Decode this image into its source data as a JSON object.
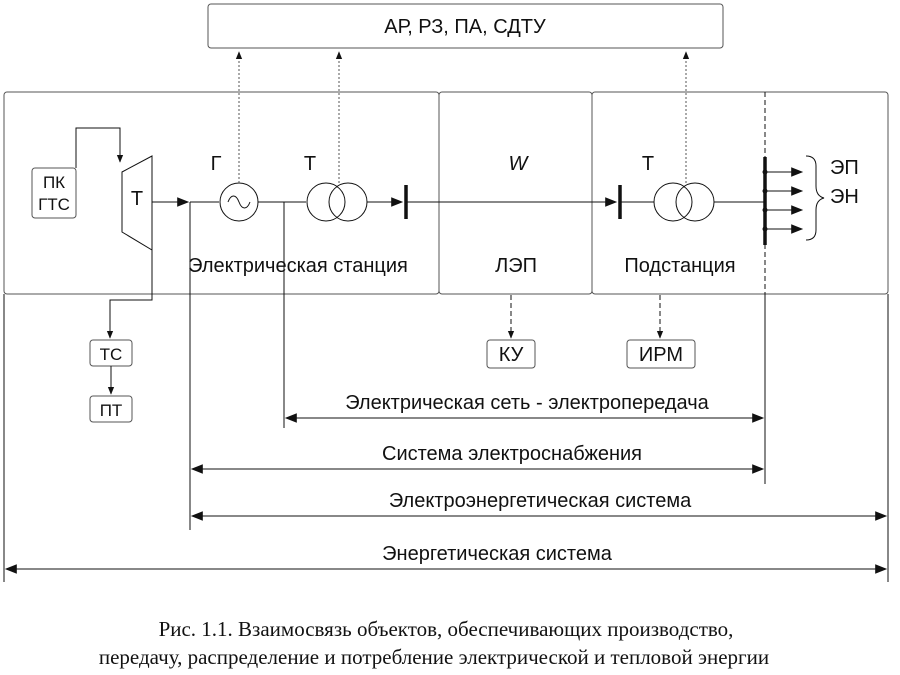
{
  "top_box": {
    "label": "АР,  РЗ,  ПА,  СДТУ"
  },
  "sections": {
    "station": "Электрическая станция",
    "line": "ЛЭП",
    "substation": "Подстанция"
  },
  "components": {
    "pk_gts": [
      "ПК",
      "ГТС"
    ],
    "turbine": "Т",
    "generator": "Г",
    "transformer_station": "Т",
    "line_symbol": "W",
    "transformer_substation": "Т",
    "ep": "ЭП",
    "en": "ЭН",
    "ts": "ТС",
    "pt": "ПТ",
    "ku": "КУ",
    "irm": "ИРМ"
  },
  "spans": {
    "network": "Электрическая сеть - электропередача",
    "supply": "Система электроснабжения",
    "power_system": "Электроэнергетическая система",
    "energy_system": "Энергетическая система"
  },
  "caption": [
    "Рис. 1.1. Взаимосвязь объектов, обеспечивающих производство,",
    "передачу, распределение и потребление электрической и тепловой энергии"
  ]
}
